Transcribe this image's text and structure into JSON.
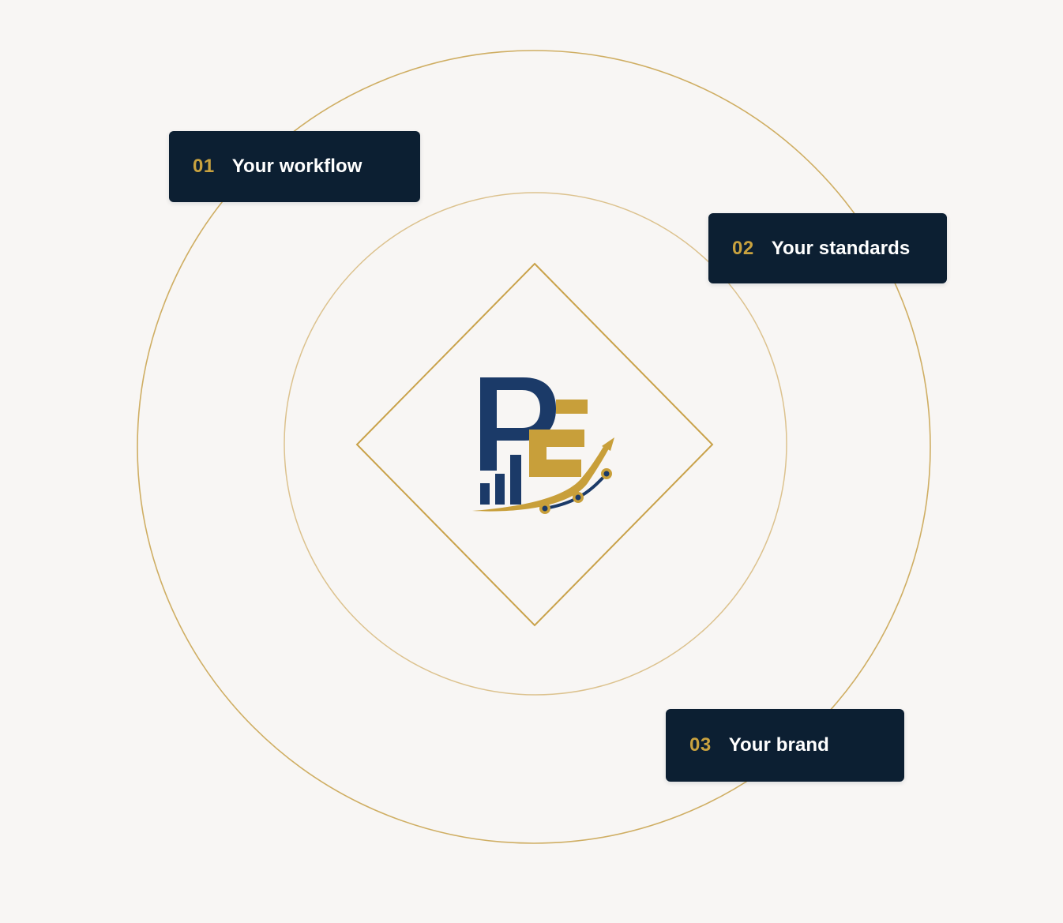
{
  "colors": {
    "background": "#f8f6f4",
    "card_background": "#0c1f32",
    "accent_gold": "#c9a23f",
    "ring_gold": "#cfae63",
    "logo_navy": "#1b3a68",
    "card_text": "#ffffff"
  },
  "cards": [
    {
      "number": "01",
      "label": "Your workflow"
    },
    {
      "number": "02",
      "label": "Your standards"
    },
    {
      "number": "03",
      "label": "Your brand"
    }
  ],
  "logo": {
    "letters": "PE",
    "icon": "pe-growth-logo-icon"
  }
}
